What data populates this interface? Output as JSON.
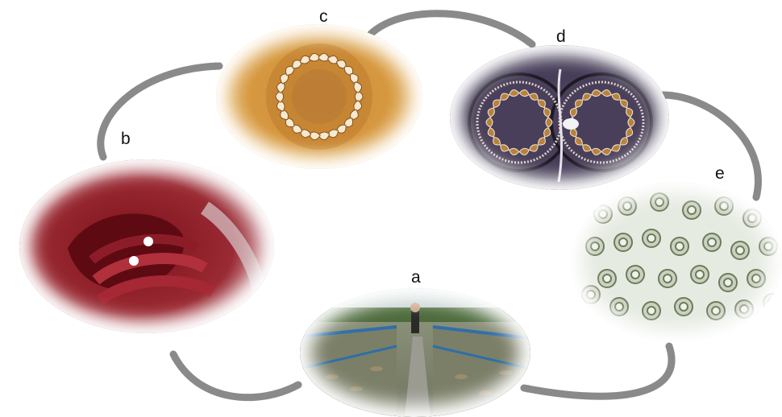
{
  "stages": {
    "a": {
      "label": "a"
    },
    "b": {
      "label": "b"
    },
    "c": {
      "label": "c"
    },
    "d": {
      "label": "d"
    },
    "e": {
      "label": "e"
    }
  },
  "colors": {
    "arrow": "#8a8a8a",
    "label": "#111111",
    "background": "#ffffff"
  },
  "icons": {
    "cycle_arrow": "curved-arrow-icon"
  }
}
